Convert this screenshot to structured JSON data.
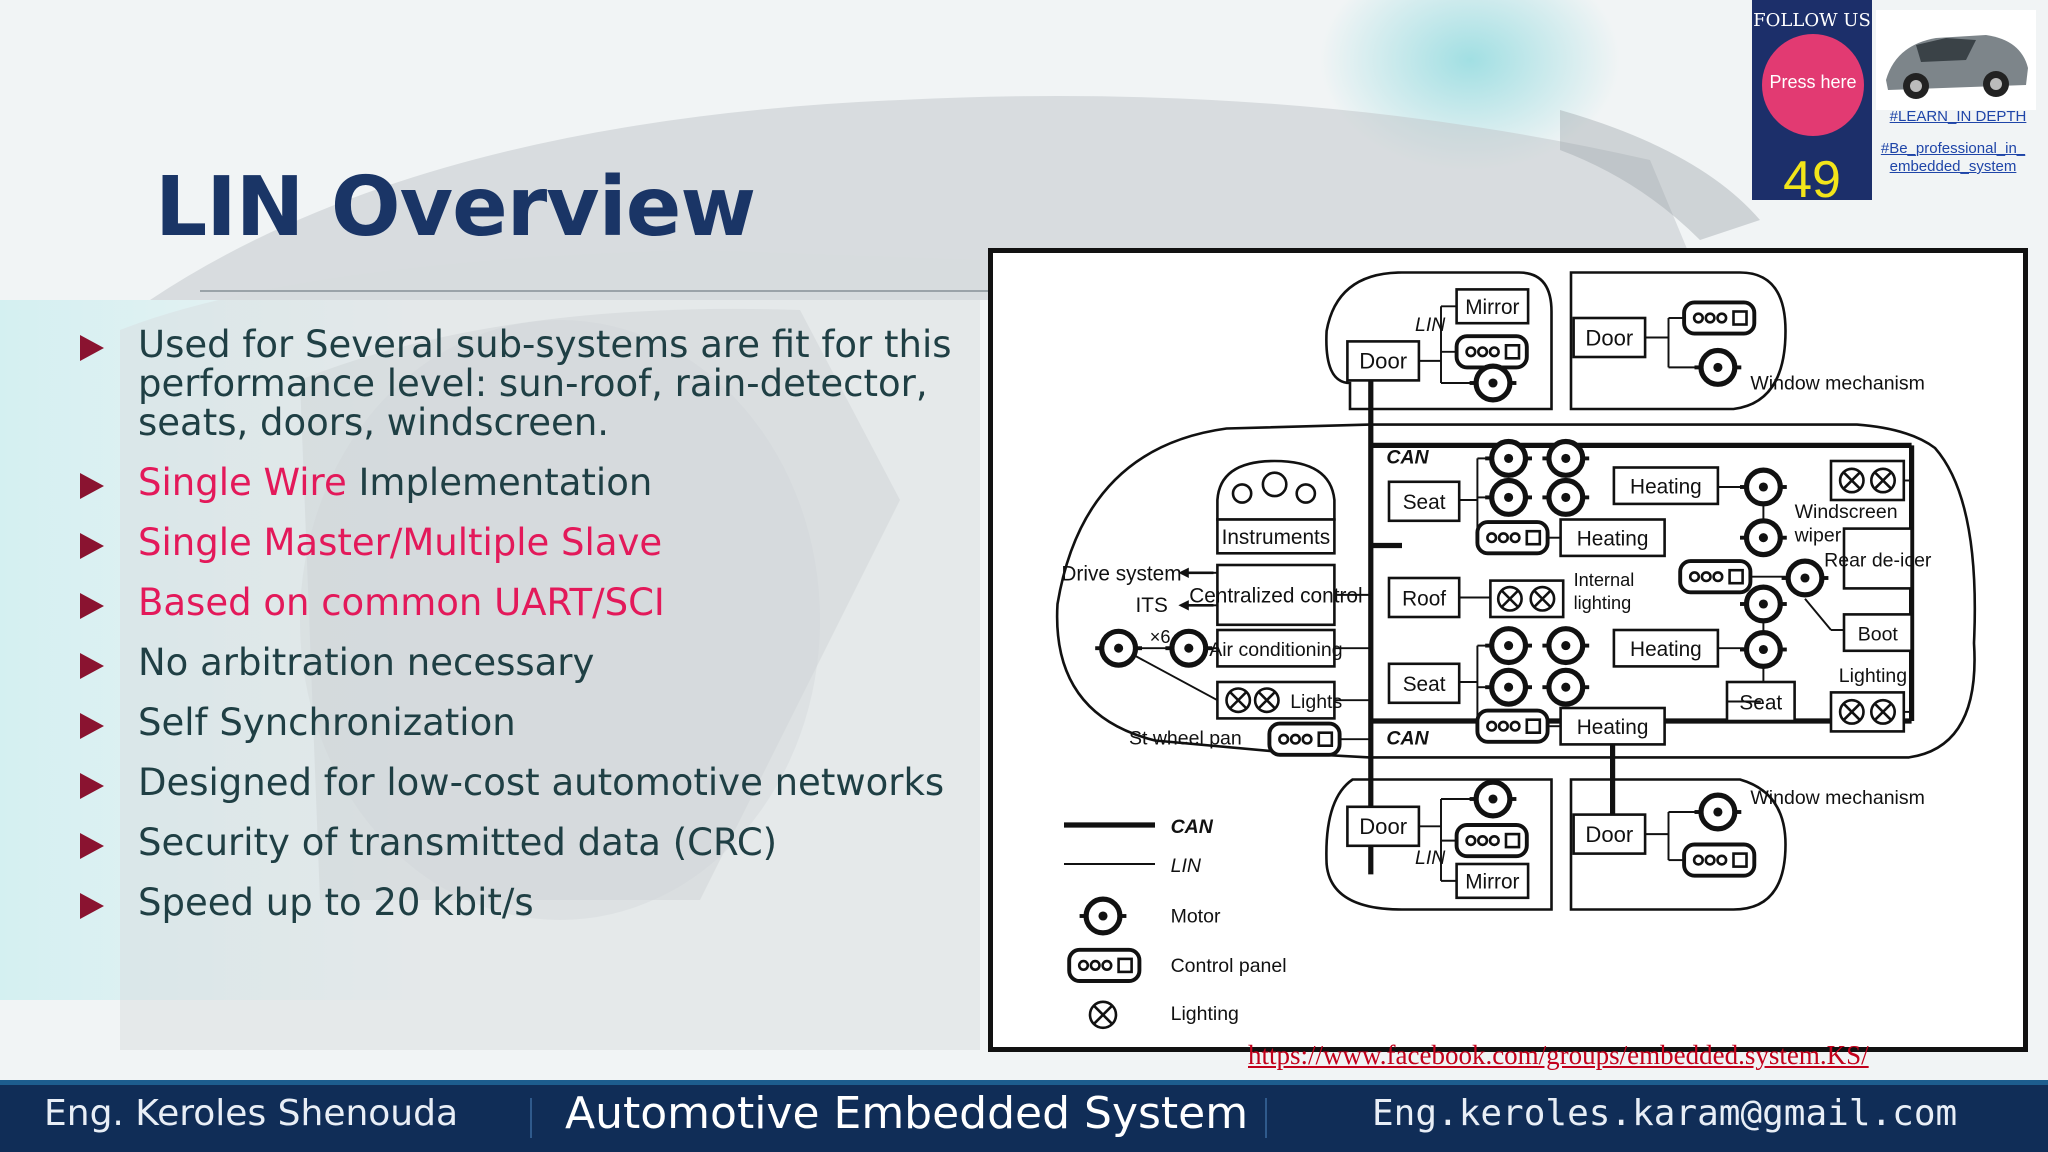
{
  "slide": {
    "title": "LIN Overview",
    "bullets": [
      {
        "parts": [
          {
            "text": "Used for Several sub-systems are fit for this performance level: sun-roof, rain-detector, seats, doors, windscreen.",
            "color": "#1f3f44"
          }
        ]
      },
      {
        "parts": [
          {
            "text": "Single Wire",
            "color": "#e3195a"
          },
          {
            "text": " Implementation",
            "color": "#1f3f44"
          }
        ]
      },
      {
        "parts": [
          {
            "text": "Single Master/Multiple Slave",
            "color": "#e3195a"
          }
        ]
      },
      {
        "parts": [
          {
            "text": "Based on common UART/SCI",
            "color": "#e3195a"
          }
        ]
      },
      {
        "parts": [
          {
            "text": "No arbitration necessary",
            "color": "#1f3f44"
          }
        ]
      },
      {
        "parts": [
          {
            "text": "Self Synchronization",
            "color": "#1f3f44"
          }
        ]
      },
      {
        "parts": [
          {
            "text": "Designed for low-cost automotive networks",
            "color": "#1f3f44"
          }
        ]
      },
      {
        "parts": [
          {
            "text": "Security of transmitted data (CRC)",
            "color": "#1f3f44"
          }
        ]
      },
      {
        "parts": [
          {
            "text": "Speed up to 20 kbit/s",
            "color": "#1f3f44"
          }
        ]
      }
    ],
    "link": "https://www.facebook.com/groups/embedded.system.KS/"
  },
  "badge": {
    "follow": "FOLLOW US",
    "press": "Press here",
    "slide_number": "49",
    "tag1": "#LEARN_IN DEPTH",
    "tag2": "#Be_professional_in_ embedded_system"
  },
  "footer": {
    "left": "Eng. Keroles Shenouda",
    "center": "Automotive Embedded System",
    "right": "Eng.keroles.karam@gmail.com"
  },
  "diagram": {
    "labels": {
      "can": "CAN",
      "lin": "LIN",
      "mirror": "Mirror",
      "door": "Door",
      "window_mechanism": "Window mechanism",
      "instruments": "Instruments",
      "seat": "Seat",
      "heating": "Heating",
      "windscreen_wiper": "Windscreen wiper",
      "rear_deicer": "Rear de-icer",
      "drive_system": "Drive system",
      "its": "ITS",
      "centralized_control": "Centralized control",
      "roof": "Roof",
      "internal_lighting": "Internal lighting",
      "air_conditioning": "Air conditioning",
      "x6": "×6",
      "lights": "Lights",
      "boot": "Boot",
      "lighting": "Lighting",
      "st_wheel_pan": "St wheel pan"
    },
    "legend": [
      {
        "symbol": "can-line",
        "label": "CAN"
      },
      {
        "symbol": "lin-line",
        "label": "LIN"
      },
      {
        "symbol": "motor",
        "label": "Motor"
      },
      {
        "symbol": "control-panel",
        "label": "Control panel"
      },
      {
        "symbol": "lighting",
        "label": "Lighting"
      }
    ]
  },
  "colors": {
    "title": "#1a3566",
    "accent_pink": "#e3195a",
    "bullet_text": "#1f3f44",
    "footer_bg": "#102d57",
    "link": "#c2001b"
  }
}
